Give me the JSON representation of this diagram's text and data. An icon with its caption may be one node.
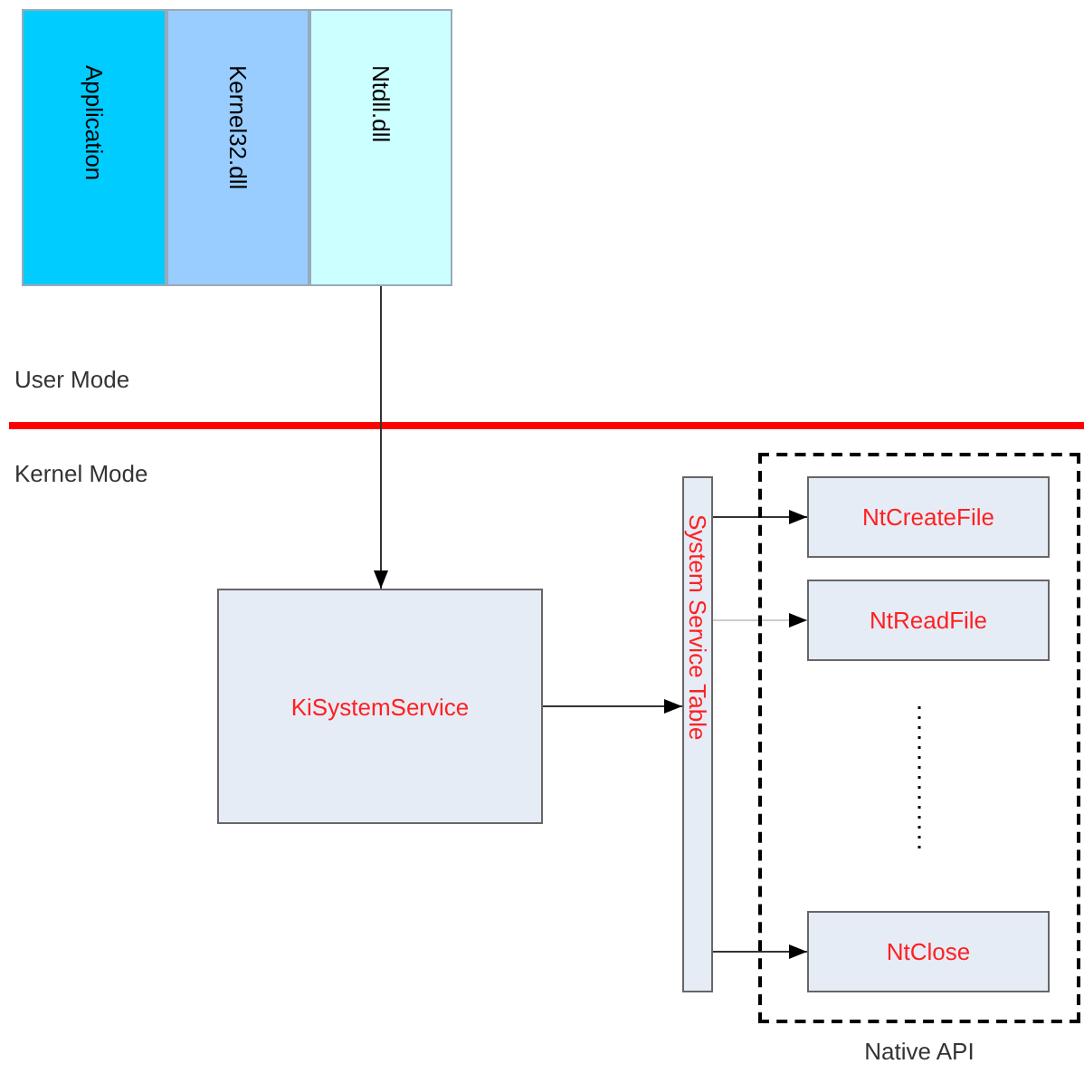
{
  "diagram": {
    "nodes": [
      {
        "text": [
          "Application"
        ]
      },
      {
        "text": [
          "Kernel32.dll"
        ]
      },
      {
        "text": [
          "Ntdll.dll"
        ]
      },
      {
        "text": [
          "KiSystemService"
        ]
      },
      {
        "text": [
          "System Service Table"
        ]
      },
      {
        "text": [
          "Native API"
        ]
      },
      {
        "text": [
          "NtCreateFile"
        ],
        "in": 5
      },
      {
        "text": [
          "NtReadFile"
        ],
        "in": 5
      },
      {
        "text": [
          "NtClose"
        ],
        "in": 5
      }
    ],
    "edges": [
      {
        "from": 2,
        "to": 3,
        "arrow": "to"
      },
      {
        "from": 3,
        "to": 4,
        "arrow": "to"
      },
      {
        "from": 4,
        "to": 6,
        "arrow": "to"
      },
      {
        "from": 4,
        "to": 7,
        "arrow": "to",
        "color": "#cccccc"
      },
      {
        "from": 4,
        "to": 8,
        "arrow": "to"
      }
    ],
    "labels": [
      "User Mode",
      "Kernel Mode"
    ]
  }
}
